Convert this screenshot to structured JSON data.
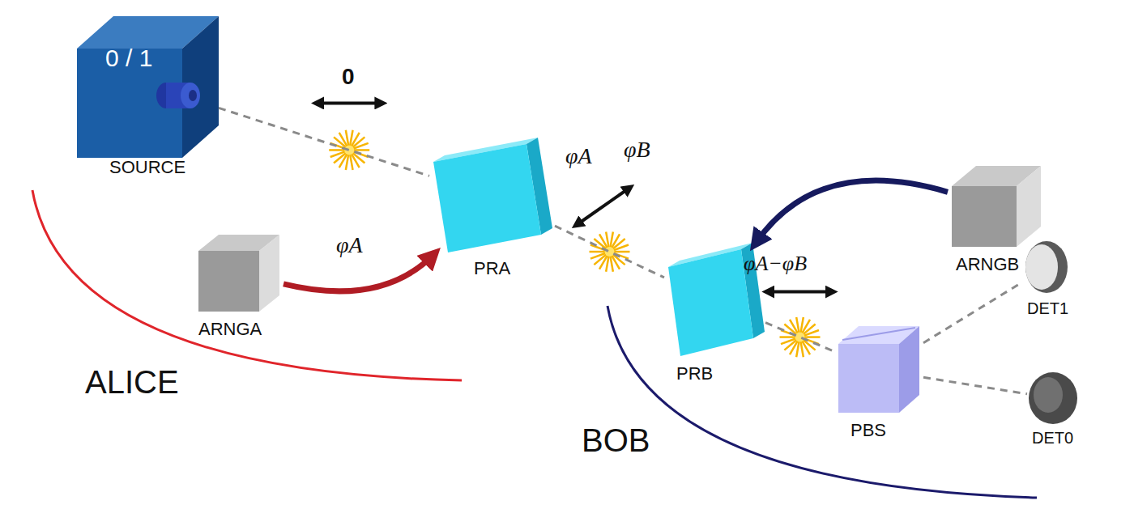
{
  "diagram": {
    "nodes": [
      {
        "text": [
          "0 / 1",
          "SOURCE"
        ]
      },
      {
        "text": [
          "ARNGA"
        ]
      },
      {
        "text": [
          "PRA"
        ]
      },
      {
        "text": [
          "PRB"
        ]
      },
      {
        "text": [
          "ARNGB"
        ]
      },
      {
        "text": [
          "PBS"
        ]
      },
      {
        "text": [
          "DET1"
        ]
      },
      {
        "text": [
          "DET0"
        ]
      }
    ],
    "edges": [
      {
        "from": 0,
        "to": 2,
        "arrow": "none"
      },
      {
        "from": 2,
        "to": 3,
        "arrow": "none"
      },
      {
        "from": 3,
        "to": 5,
        "arrow": "none"
      },
      {
        "from": 5,
        "to": 6,
        "arrow": "none"
      },
      {
        "from": 5,
        "to": 7,
        "arrow": "none"
      },
      {
        "from": 1,
        "to": 2,
        "arrow": "to",
        "label": "φA"
      },
      {
        "from": 4,
        "to": 3,
        "arrow": "to",
        "label": "φB"
      }
    ],
    "labels": [
      "0",
      "φA",
      "φA−φB",
      "ALICE",
      "BOB"
    ]
  }
}
